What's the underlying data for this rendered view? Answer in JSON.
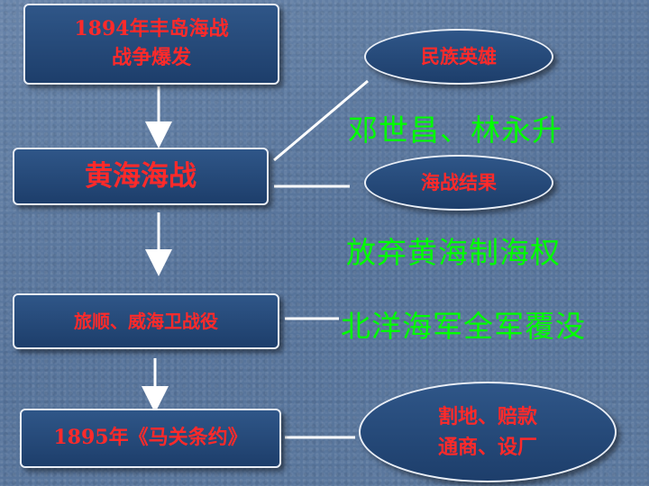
{
  "flow": {
    "step1": [
      "1894年丰岛海战",
      "战争爆发"
    ],
    "step2": "黄海海战",
    "step3": "旅顺、威海卫战役",
    "step4": "1895年《马关条约》"
  },
  "ovals": {
    "heroes": "民族英雄",
    "result": "海战结果",
    "treaty": [
      "割地、赔款",
      "通商、设厂"
    ]
  },
  "notes": {
    "heroes": "邓世昌、林永升",
    "result": "放弃黄海制海权",
    "fleet": "北洋海军全军覆没"
  },
  "colors": {
    "box_text": "#ff2a2a",
    "note_text": "#00ff00",
    "box_fill": "#234a7a",
    "border": "#e9eef6"
  }
}
